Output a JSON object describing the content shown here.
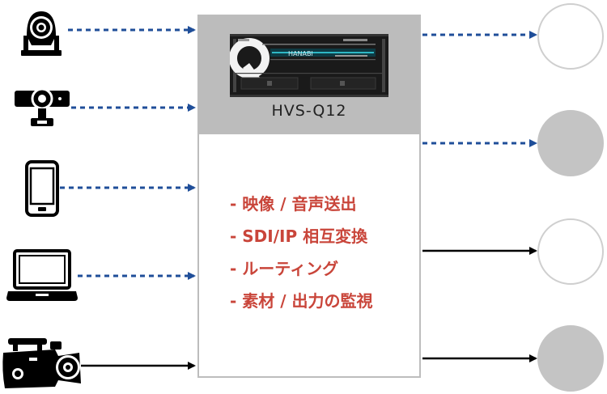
{
  "device": {
    "name": "HVS-Q12",
    "panel_text": "HANABI"
  },
  "features": [
    "- 映像 / 音声送出",
    "- SDI/IP 相互変換",
    "- ルーティング",
    "- 素材 / 出力の監視"
  ],
  "inputs": [
    {
      "icon": "ptz-camera-icon",
      "line": "dashed"
    },
    {
      "icon": "webcam-icon",
      "line": "dashed"
    },
    {
      "icon": "smartphone-icon",
      "line": "dashed"
    },
    {
      "icon": "laptop-icon",
      "line": "dashed"
    },
    {
      "icon": "camcorder-icon",
      "line": "solid"
    }
  ],
  "outputs": [
    {
      "fill": "white",
      "line": "dashed"
    },
    {
      "fill": "gray",
      "line": "dashed"
    },
    {
      "fill": "white",
      "line": "solid"
    },
    {
      "fill": "gray",
      "line": "solid"
    }
  ],
  "colors": {
    "dashed_link": "#1f4e99",
    "solid_link": "#000000",
    "feature_text": "#c9453a",
    "header_bg": "#bcbcbc",
    "circle_gray": "#c4c4c4"
  }
}
